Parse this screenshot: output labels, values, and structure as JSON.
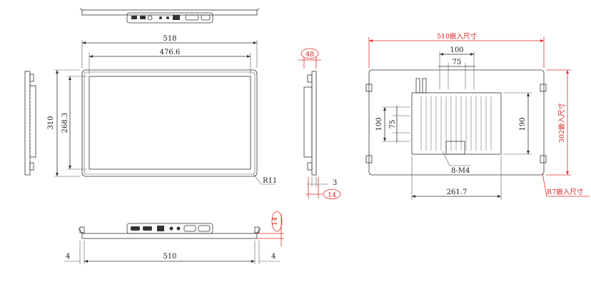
{
  "front_view": {
    "width_outer": "518",
    "width_inner": "476.6",
    "height_outer": "310",
    "height_inner": "268.3",
    "corner_radius": "R11"
  },
  "side_view": {
    "depth_total": "48",
    "bezel_thickness": "3",
    "bottom_depth": "14"
  },
  "bottom_view": {
    "width": "510",
    "left_offset": "4",
    "right_offset": "4",
    "height": "14"
  },
  "rear_view": {
    "cutout_width": "510嵌入尺寸",
    "vesa_100_h": "100",
    "vesa_75_h": "75",
    "vesa_100_v": "100",
    "vesa_75_v": "75",
    "heatsink_height": "190",
    "heatsink_width": "261.7",
    "screws": "8-M4",
    "cutout_height": "302嵌入尺寸",
    "cutout_radius": "R7嵌入尺寸"
  },
  "colors": {
    "red_dimension": "#e02a2a",
    "line": "#333333"
  }
}
